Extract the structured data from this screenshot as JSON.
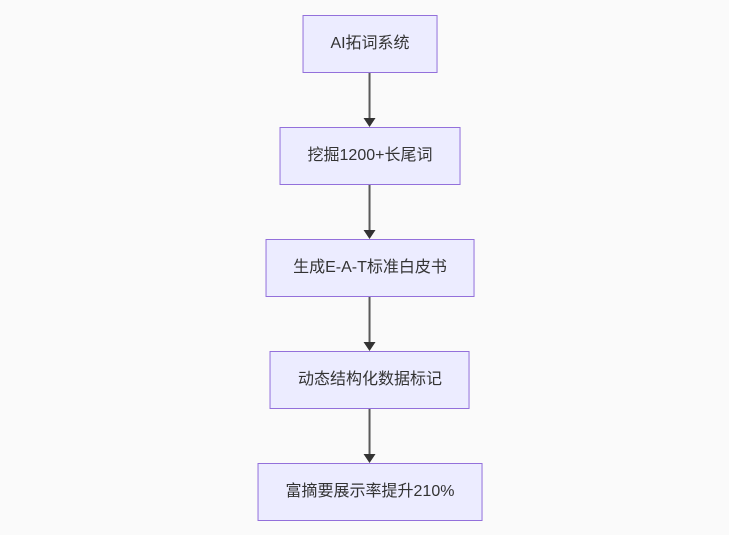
{
  "diagram": {
    "type": "flowchart-top-down",
    "colors": {
      "background": "#fafafa",
      "node_fill": "#ececff",
      "node_border": "#9370db",
      "node_text": "#333333",
      "edge_line": "#5a5a5a",
      "arrowhead": "#333333"
    },
    "nodes": [
      {
        "id": "node-1",
        "label": "AI拓词系统"
      },
      {
        "id": "node-2",
        "label": "挖掘1200+长尾词"
      },
      {
        "id": "node-3",
        "label": "生成E-A-T标准白皮书"
      },
      {
        "id": "node-4",
        "label": "动态结构化数据标记"
      },
      {
        "id": "node-5",
        "label": "富摘要展示率提升210%"
      }
    ],
    "edges": [
      {
        "from": "node-1",
        "to": "node-2"
      },
      {
        "from": "node-2",
        "to": "node-3"
      },
      {
        "from": "node-3",
        "to": "node-4"
      },
      {
        "from": "node-4",
        "to": "node-5"
      }
    ]
  }
}
